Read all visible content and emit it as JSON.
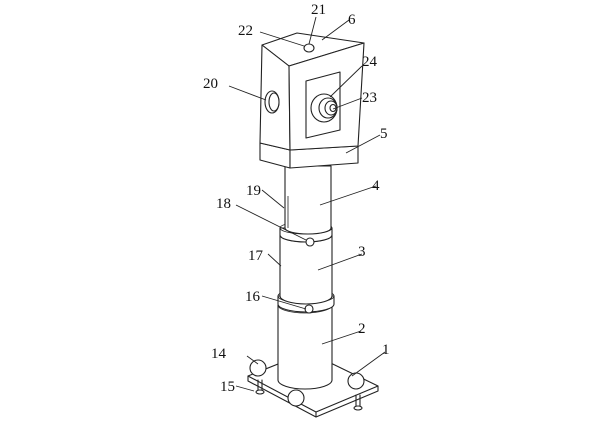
{
  "diagram": {
    "labels": {
      "l1": "1",
      "l2": "2",
      "l3": "3",
      "l4": "4",
      "l5": "5",
      "l6": "6",
      "l14": "14",
      "l15": "15",
      "l16": "16",
      "l17": "17",
      "l18": "18",
      "l19": "19",
      "l20": "20",
      "l21": "21",
      "l22": "22",
      "l23": "23",
      "l24": "24"
    }
  }
}
